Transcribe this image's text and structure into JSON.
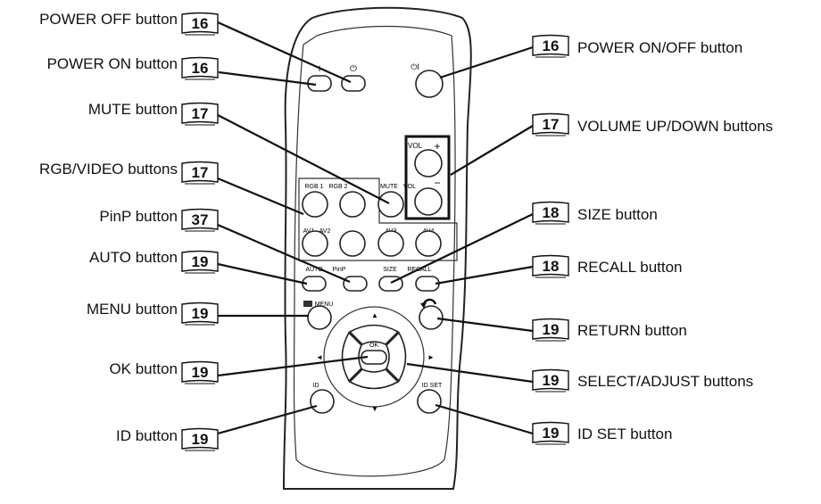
{
  "callouts": {
    "power_off": {
      "label": "POWER OFF button",
      "page": "16"
    },
    "power_on": {
      "label": "POWER ON button",
      "page": "16"
    },
    "mute": {
      "label": "MUTE button",
      "page": "17"
    },
    "rgb_video": {
      "label": "RGB/VIDEO buttons",
      "page": "17"
    },
    "pinp": {
      "label": "PinP button",
      "page": "37"
    },
    "auto": {
      "label": "AUTO button",
      "page": "19"
    },
    "menu": {
      "label": "MENU button",
      "page": "19"
    },
    "ok": {
      "label": "OK button",
      "page": "19"
    },
    "id": {
      "label": "ID button",
      "page": "19"
    },
    "power_onoff": {
      "label": "POWER ON/OFF button",
      "page": "16"
    },
    "volume": {
      "label": "VOLUME UP/DOWN buttons",
      "page": "17"
    },
    "size": {
      "label": "SIZE button",
      "page": "18"
    },
    "recall": {
      "label": "RECALL button",
      "page": "18"
    },
    "return": {
      "label": "RETURN button",
      "page": "19"
    },
    "select": {
      "label": "SELECT/ADJUST buttons",
      "page": "19"
    },
    "id_set": {
      "label": "ID SET button",
      "page": "19"
    }
  },
  "remote": {
    "on_key": "I",
    "off_key": "⏻",
    "power_key": "⏻I",
    "vol_label": "VOL",
    "vol_plus": "+",
    "vol_minus": "−",
    "rgb1": "RGB 1",
    "rgb2": "RGB 2",
    "mute": "MUTE",
    "vol_small": "VOL",
    "av1": "AV1",
    "av2": "AV2",
    "av3": "AV3",
    "av4": "AV4",
    "auto": "AUTO",
    "pinp": "PinP",
    "size": "SIZE",
    "recall": "RECALL",
    "menu": "MENU",
    "ok": "OK",
    "id": "ID",
    "id_set": "ID SET",
    "up": "▲",
    "down": "▼",
    "left": "◄",
    "right": "►"
  }
}
